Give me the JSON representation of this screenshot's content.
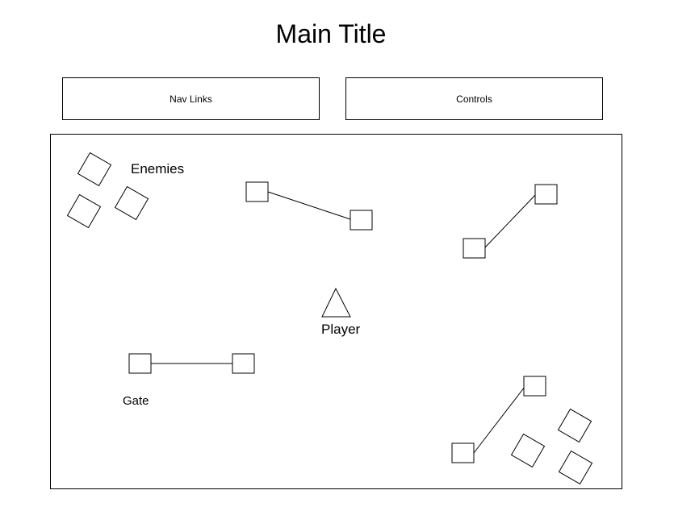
{
  "header": {
    "title": "Main Title"
  },
  "panels": {
    "nav_label": "Nav Links",
    "controls_label": "Controls"
  },
  "labels": {
    "enemies": "Enemies",
    "player": "Player",
    "gate": "Gate"
  },
  "colors": {
    "stroke": "#000000",
    "background": "#ffffff"
  }
}
